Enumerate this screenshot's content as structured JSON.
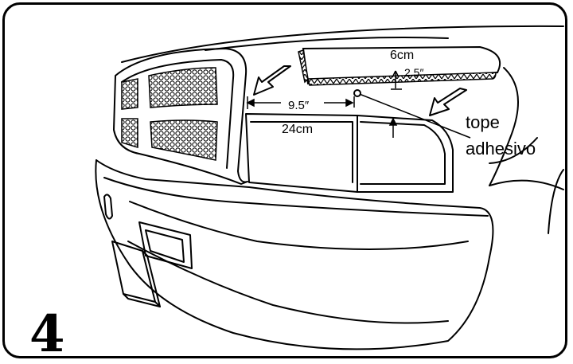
{
  "step_number": "4",
  "labels": {
    "dim_height_cm": "6cm",
    "dim_height_in": "2.5″",
    "dim_width_in": "9.5″",
    "dim_width_cm": "24cm",
    "tope_line1": "tope",
    "tope_line2": "adhesivo"
  },
  "colors": {
    "ink": "#000000",
    "paper": "#ffffff",
    "frame": "#000000"
  }
}
